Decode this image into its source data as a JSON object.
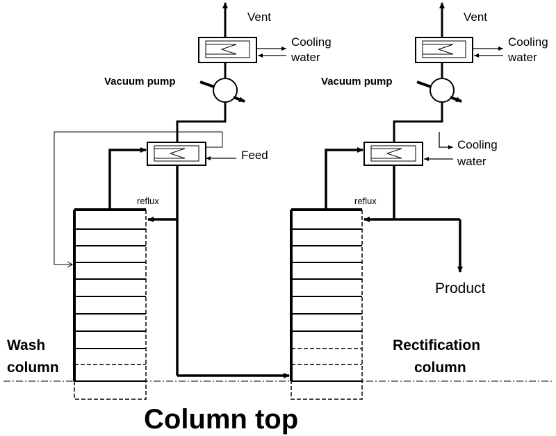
{
  "labels": {
    "vent_left": "Vent",
    "vent_right": "Vent",
    "cooling_left_1": "Cooling",
    "cooling_left_2": "water",
    "cooling_right_1": "Cooling",
    "cooling_right_2": "water",
    "cooling_mid_1": "Cooling",
    "cooling_mid_2": "water",
    "pump_left": "Vacuum pump",
    "pump_right": "Vacuum pump",
    "feed": "Feed",
    "reflux_left": "reflux",
    "reflux_right": "reflux",
    "product": "Product",
    "wash_1": "Wash",
    "wash_2": "column",
    "rect_1": "Rectification",
    "rect_2": "column",
    "title": "Column top"
  }
}
